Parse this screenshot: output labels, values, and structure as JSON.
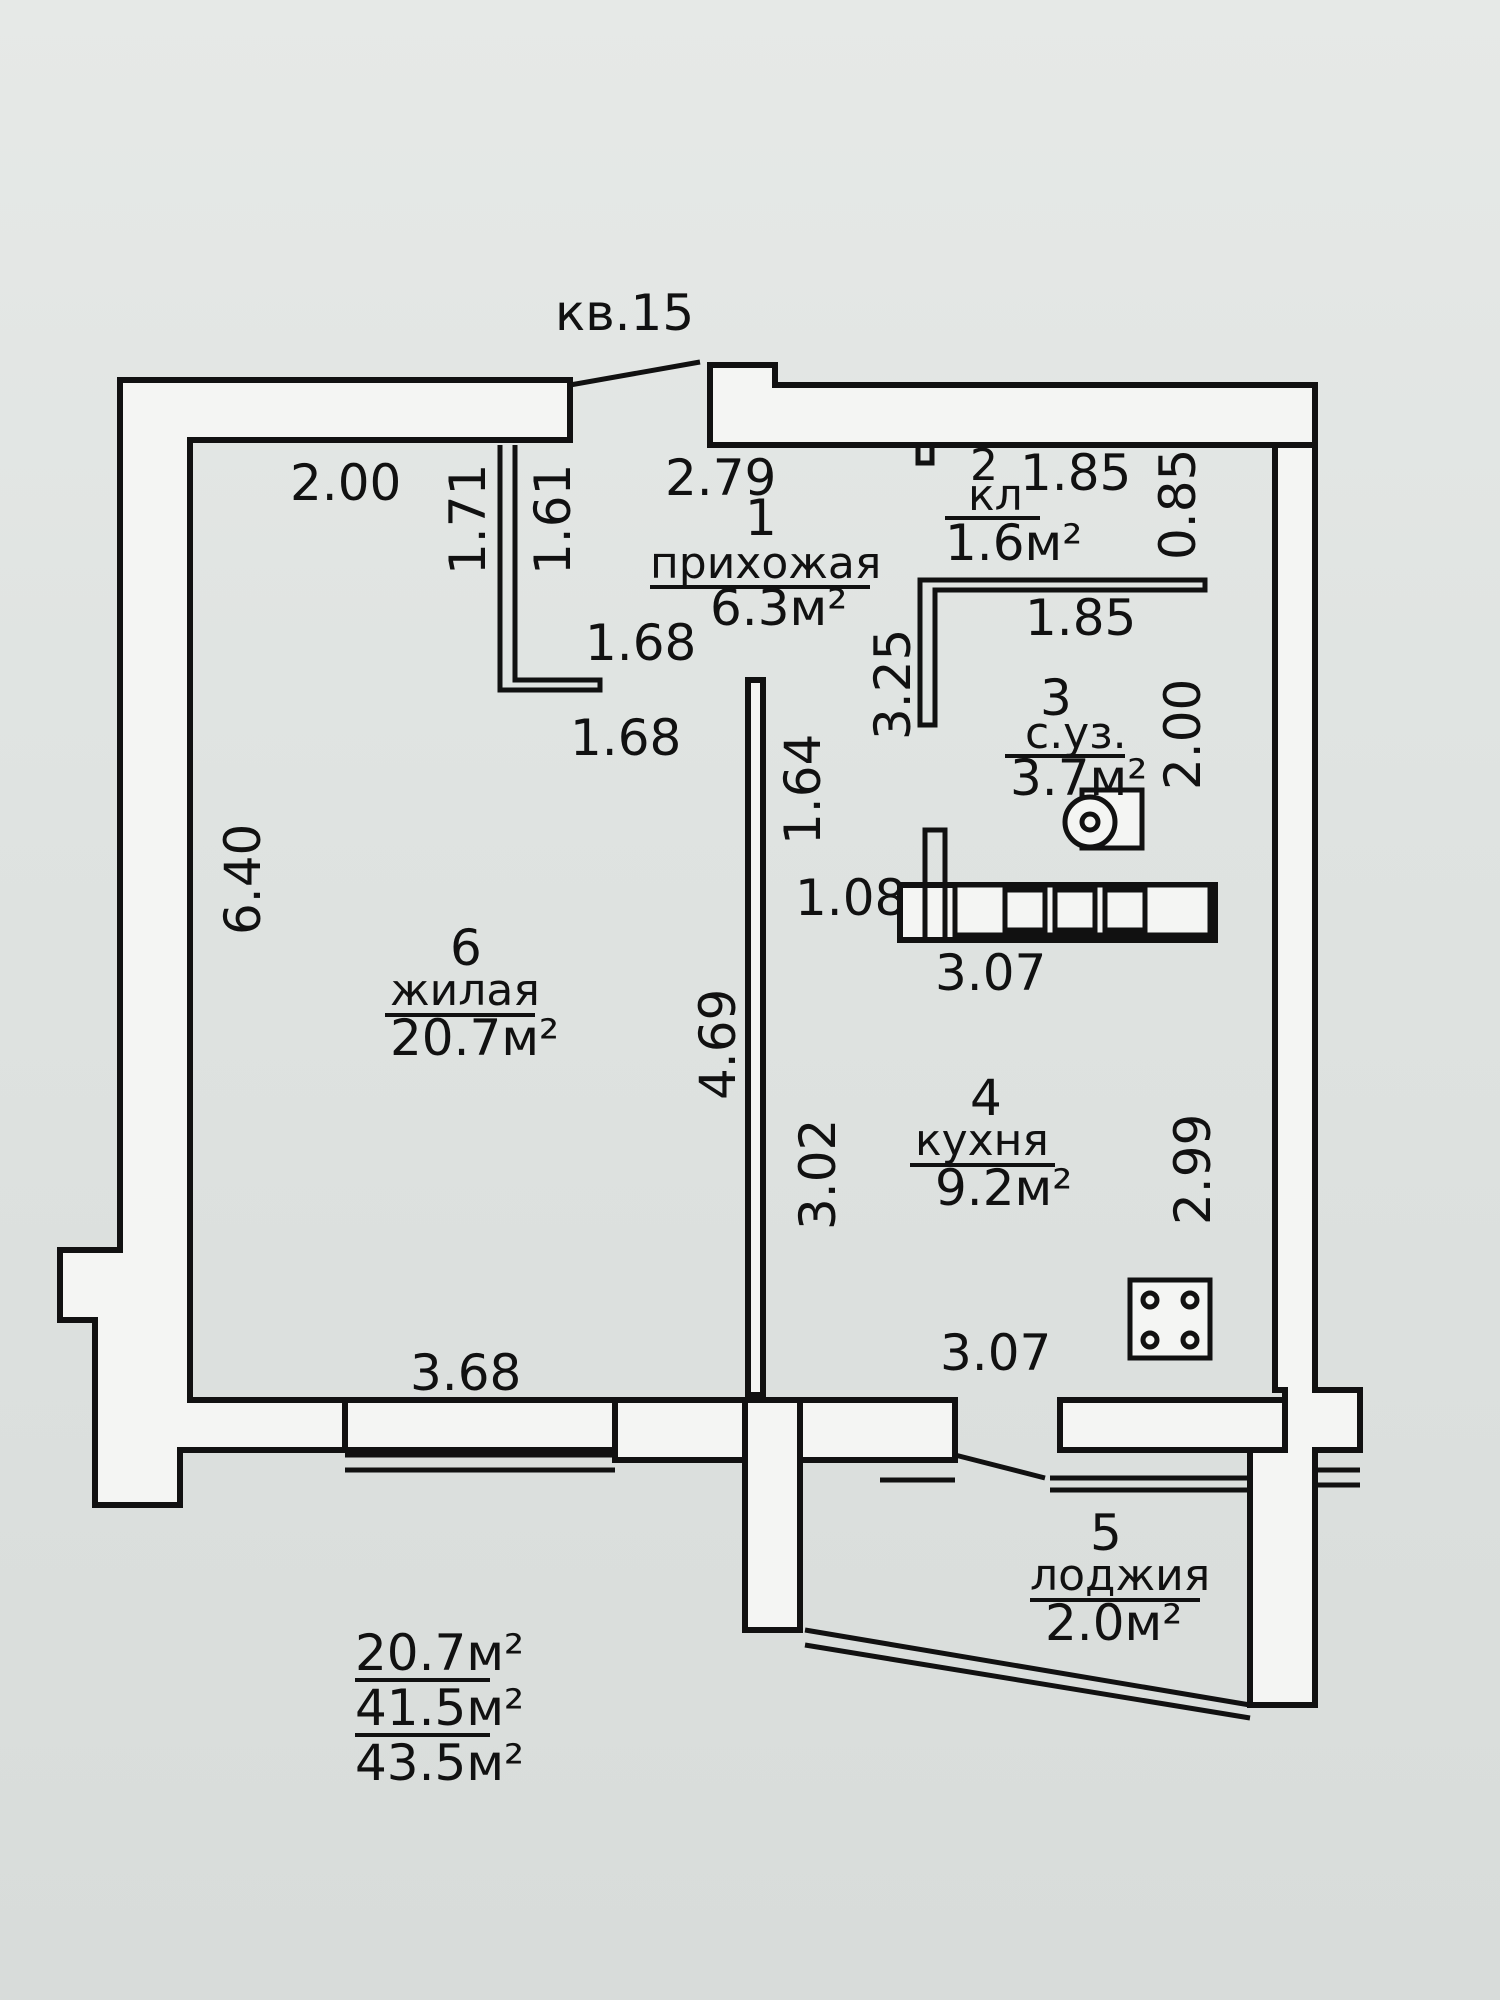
{
  "title": "кв.15",
  "rooms": [
    {
      "number": "1",
      "name": "прихожая",
      "area": "6.3м²"
    },
    {
      "number": "2",
      "name": "кл",
      "area": "1.6м²"
    },
    {
      "number": "3",
      "name": "с.уз.",
      "area": "3.7м²"
    },
    {
      "number": "4",
      "name": "кухня",
      "area": "9.2м²"
    },
    {
      "number": "5",
      "name": "лоджия",
      "area": "2.0м²"
    },
    {
      "number": "6",
      "name": "жилая",
      "area": "20.7м²"
    }
  ],
  "dimensions": {
    "d_2_00_top": "2.00",
    "d_1_71": "1.71",
    "d_1_61": "1.61",
    "d_2_79": "2.79",
    "d_1_85_top": "1.85",
    "d_0_85": "0.85",
    "d_1_68_a": "1.68",
    "d_1_68_b": "1.68",
    "d_1_85_mid": "1.85",
    "d_3_25": "3.25",
    "d_2_00_bath": "2.00",
    "d_1_64": "1.64",
    "d_1_08": "1.08",
    "d_3_07_mid": "3.07",
    "d_6_40": "6.40",
    "d_4_69": "4.69",
    "d_3_02": "3.02",
    "d_2_99": "2.99",
    "d_3_68": "3.68",
    "d_3_07_bottom": "3.07"
  },
  "totals": [
    "20.7м²",
    "41.5м²",
    "43.5м²"
  ]
}
